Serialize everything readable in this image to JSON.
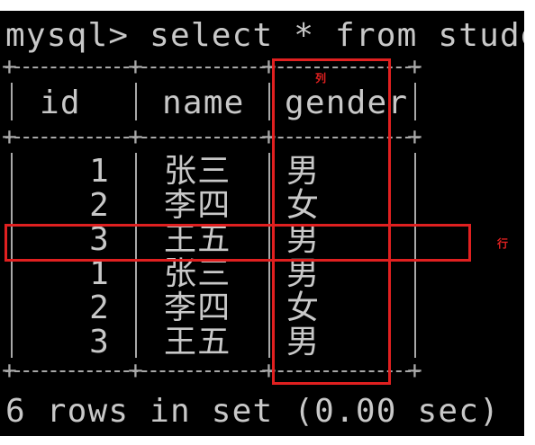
{
  "prompt_line": "mysql> select * from student;",
  "columns": [
    "id",
    "name",
    "gender"
  ],
  "rows": [
    {
      "id": "1",
      "name": "张三",
      "gender": "男"
    },
    {
      "id": "2",
      "name": "李四",
      "gender": "女"
    },
    {
      "id": "3",
      "name": "王五",
      "gender": "男"
    },
    {
      "id": "1",
      "name": "张三",
      "gender": "男"
    },
    {
      "id": "2",
      "name": "李四",
      "gender": "女"
    },
    {
      "id": "3",
      "name": "王五",
      "gender": "男"
    }
  ],
  "result_line": "6 rows in set (0.00 sec)",
  "annotations": {
    "column_label": "列",
    "row_label": "行",
    "highlight_color": "#e02020"
  },
  "colors": {
    "terminal_bg": "#000000",
    "terminal_text": "#c8c8c8"
  }
}
